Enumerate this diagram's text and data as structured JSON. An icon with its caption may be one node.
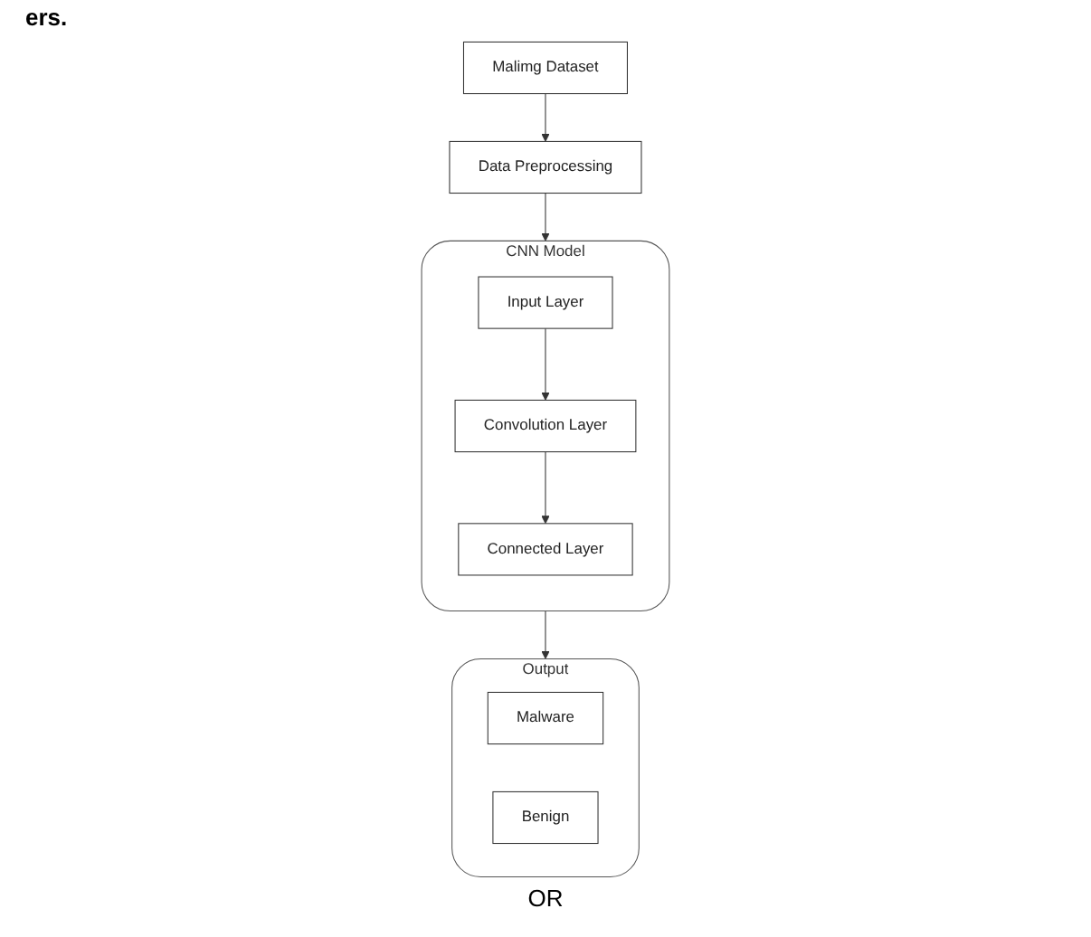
{
  "diagram": {
    "nodes": [
      {
        "text": [
          "Malimg Dataset"
        ]
      },
      {
        "text": [
          "Data Preprocessing"
        ]
      },
      {
        "text": [
          "CNN Model"
        ]
      },
      {
        "text": [
          "Input Layer"
        ],
        "in": 2
      },
      {
        "text": [
          "Convolution Layer"
        ],
        "in": 2
      },
      {
        "text": [
          "Connected Layer"
        ],
        "in": 2
      },
      {
        "text": [
          "Output"
        ]
      },
      {
        "text": [
          "Malware"
        ],
        "in": 6
      },
      {
        "text": [
          "Benign"
        ],
        "in": 6
      }
    ],
    "edges": [
      {
        "from": 0,
        "to": 1,
        "arrow": "to"
      },
      {
        "from": 1,
        "to": 2,
        "arrow": "to"
      },
      {
        "from": 3,
        "to": 4,
        "arrow": "to"
      },
      {
        "from": 4,
        "to": 5,
        "arrow": "to"
      },
      {
        "from": 2,
        "to": 6,
        "arrow": "to"
      }
    ],
    "labels": [
      "ers.",
      "OR"
    ]
  }
}
